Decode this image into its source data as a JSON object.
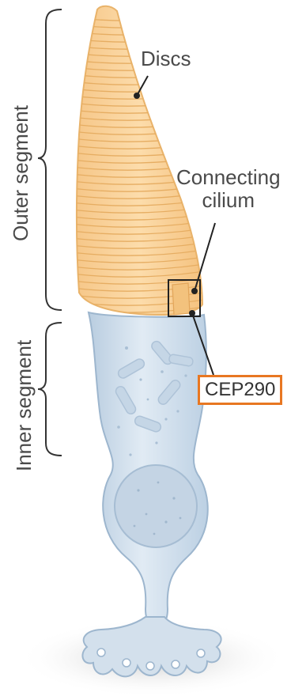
{
  "labels": {
    "outer_segment": "Outer segment",
    "inner_segment": "Inner segment",
    "discs": "Discs",
    "connecting_line1": "Connecting",
    "connecting_line2": "cilium",
    "cep290": "CEP290"
  },
  "colors": {
    "disc_fill": "#f9d49c",
    "disc_stroke": "#e9b36a",
    "cell_fill": "#d7e3ee",
    "cell_stroke": "#9db6ce",
    "nucleus_fill": "#c4d4e4",
    "bracket": "#333333",
    "callout_box": "#e87722",
    "label_text": "#4a4a4a"
  }
}
